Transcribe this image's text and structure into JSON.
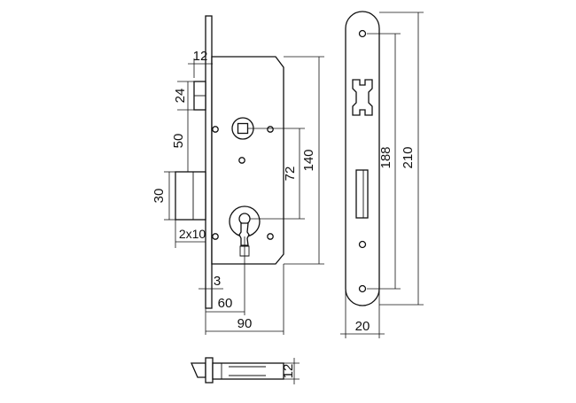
{
  "dimensions": {
    "bolt_12": "12",
    "latch_height_24": "24",
    "latch_to_spindle_50": "50",
    "bolt_height_30": "30",
    "bolt_throw_2x10": "2x10",
    "faceplate_thickness_3": "3",
    "backset_60": "60",
    "case_depth_90": "90",
    "spindle_to_key_72": "72",
    "case_height_140": "140",
    "strike_height_188": "188",
    "faceplate_height_210": "210",
    "faceplate_width_20": "20",
    "section_thickness_12": "12"
  }
}
